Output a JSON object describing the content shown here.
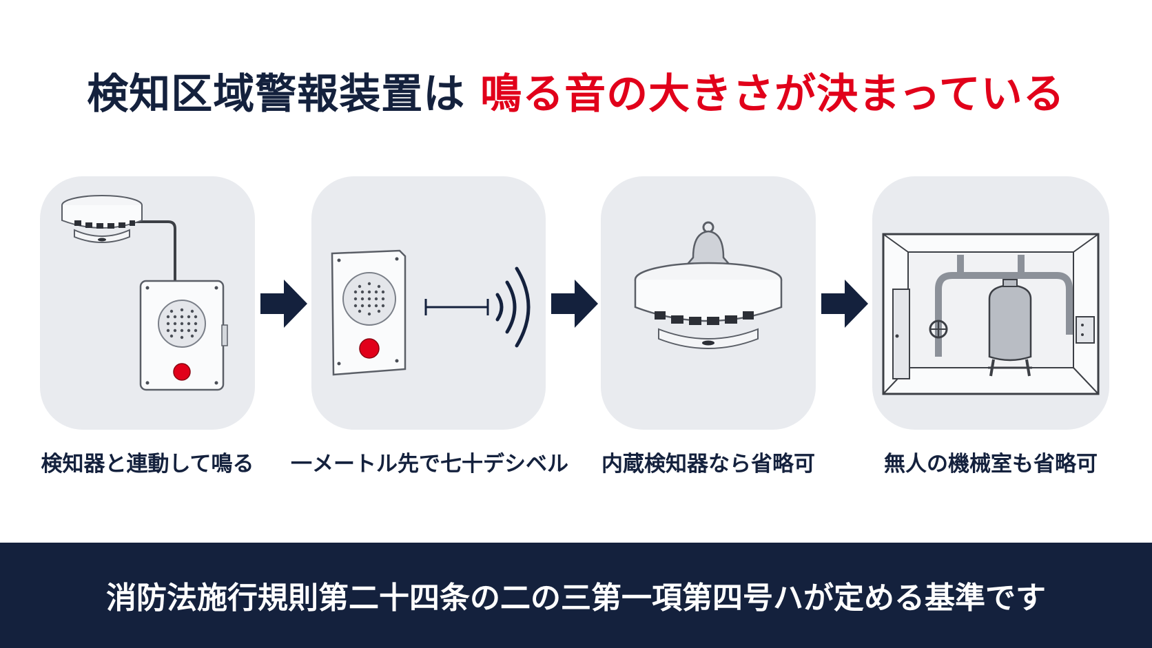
{
  "title": {
    "part1": "検知区域警報装置は",
    "part2": "鳴る音の大きさが決まっている"
  },
  "steps": [
    {
      "caption": "検知器と連動して鳴る",
      "icon": "detector-linked-alarm-icon"
    },
    {
      "caption": "一メートル先で七十デシベル",
      "icon": "alarm-sound-distance-icon"
    },
    {
      "caption": "内蔵検知器なら省略可",
      "icon": "detector-with-bell-icon"
    },
    {
      "caption": "無人の機械室も省略可",
      "icon": "machine-room-icon"
    }
  ],
  "footer": {
    "text": "消防法施行規則第二十四条の二の三第一項第四号ハが定める基準です"
  },
  "colors": {
    "navy": "#14213d",
    "red": "#e1001a",
    "panel": "#e9ebef"
  }
}
